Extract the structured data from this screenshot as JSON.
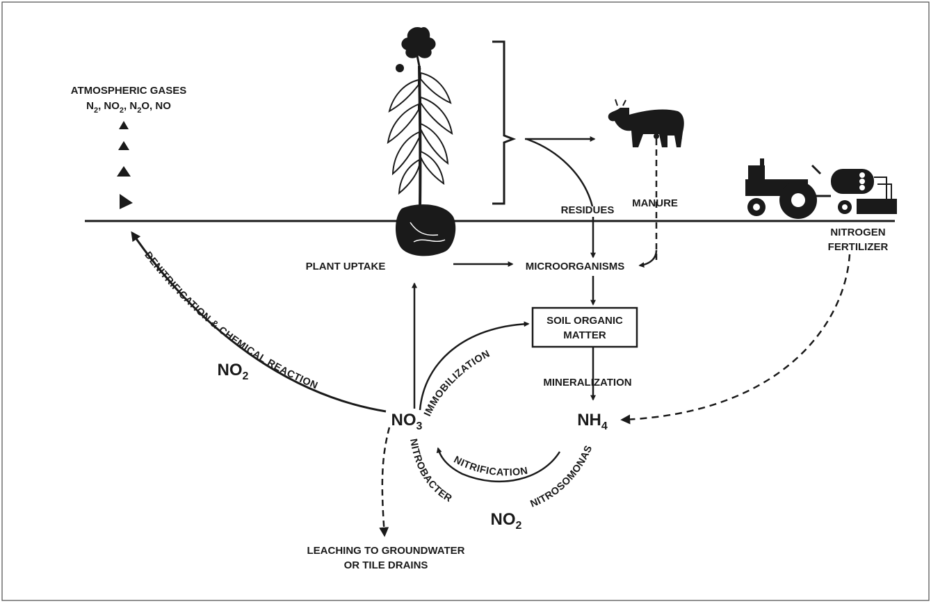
{
  "diagram": {
    "atmosphere": {
      "title": "ATMOSPHERIC GASES",
      "n": "N",
      "n_sub": "2",
      "sep1": ", ",
      "no": "NO",
      "no_sub": "2",
      "sep2": ", ",
      "n2o_a": "N",
      "n2o_sub": "2",
      "n2o_b": "O",
      "sep3": ", ",
      "tail": "NO"
    },
    "labels": {
      "residues": "RESIDUES",
      "manure": "MANURE",
      "fert_line1": "NITROGEN",
      "fert_line2": "FERTILIZER",
      "plant_uptake": "PLANT UPTAKE",
      "microorganisms": "MICROORGANISMS",
      "som_line1": "SOIL ORGANIC",
      "som_line2": "MATTER",
      "mineralization": "MINERALIZATION",
      "leach_line1": "LEACHING TO GROUNDWATER",
      "leach_line2": "OR TILE DRAINS"
    },
    "chemicals": {
      "no3": "NO",
      "no3_sub": "3",
      "nh4": "NH",
      "nh4_sub": "4",
      "no2": "NO",
      "no2_sub": "2"
    },
    "arc_labels": {
      "denitrification": "DENITRIFICATION & CHEMICAL REACTION",
      "immobilization": "IMMOBILIZATION",
      "nitrification": "NITRIFICATION",
      "nitrobacter": "NITROBACTER",
      "nitrosomonas": "NITROSOMONAS"
    }
  }
}
